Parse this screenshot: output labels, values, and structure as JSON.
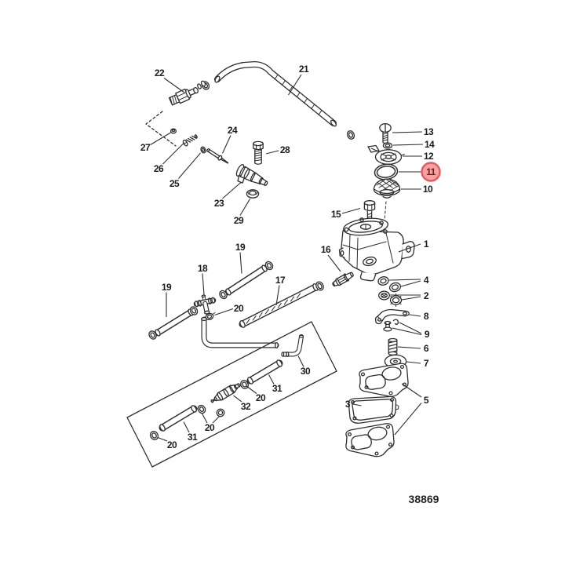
{
  "figure": {
    "type": "exploded-parts-diagram",
    "drawing_number": "38869",
    "background": "#ffffff",
    "line_color": "#2e2e2e",
    "highlight": {
      "fill": "#f3a1a1",
      "stroke": "#e25c5c",
      "text_color": "#6e1e1e"
    },
    "highlighted_callout": "11"
  },
  "callouts": [
    {
      "label": "22"
    },
    {
      "label": "21"
    },
    {
      "label": "27"
    },
    {
      "label": "26"
    },
    {
      "label": "25"
    },
    {
      "label": "24"
    },
    {
      "label": "28"
    },
    {
      "label": "23"
    },
    {
      "label": "29"
    },
    {
      "label": "19"
    },
    {
      "label": "18"
    },
    {
      "label": "19"
    },
    {
      "label": "17"
    },
    {
      "label": "20"
    },
    {
      "label": "13"
    },
    {
      "label": "14"
    },
    {
      "label": "12"
    },
    {
      "label": "11",
      "highlighted": true
    },
    {
      "label": "10"
    },
    {
      "label": "15"
    },
    {
      "label": "1"
    },
    {
      "label": "16"
    },
    {
      "label": "4"
    },
    {
      "label": "2"
    },
    {
      "label": "8"
    },
    {
      "label": "9"
    },
    {
      "label": "6"
    },
    {
      "label": "7"
    },
    {
      "label": "5"
    },
    {
      "label": "3"
    },
    {
      "label": "30"
    },
    {
      "label": "31"
    },
    {
      "label": "20"
    },
    {
      "label": "32"
    },
    {
      "label": "20"
    },
    {
      "label": "31"
    },
    {
      "label": "20"
    }
  ]
}
